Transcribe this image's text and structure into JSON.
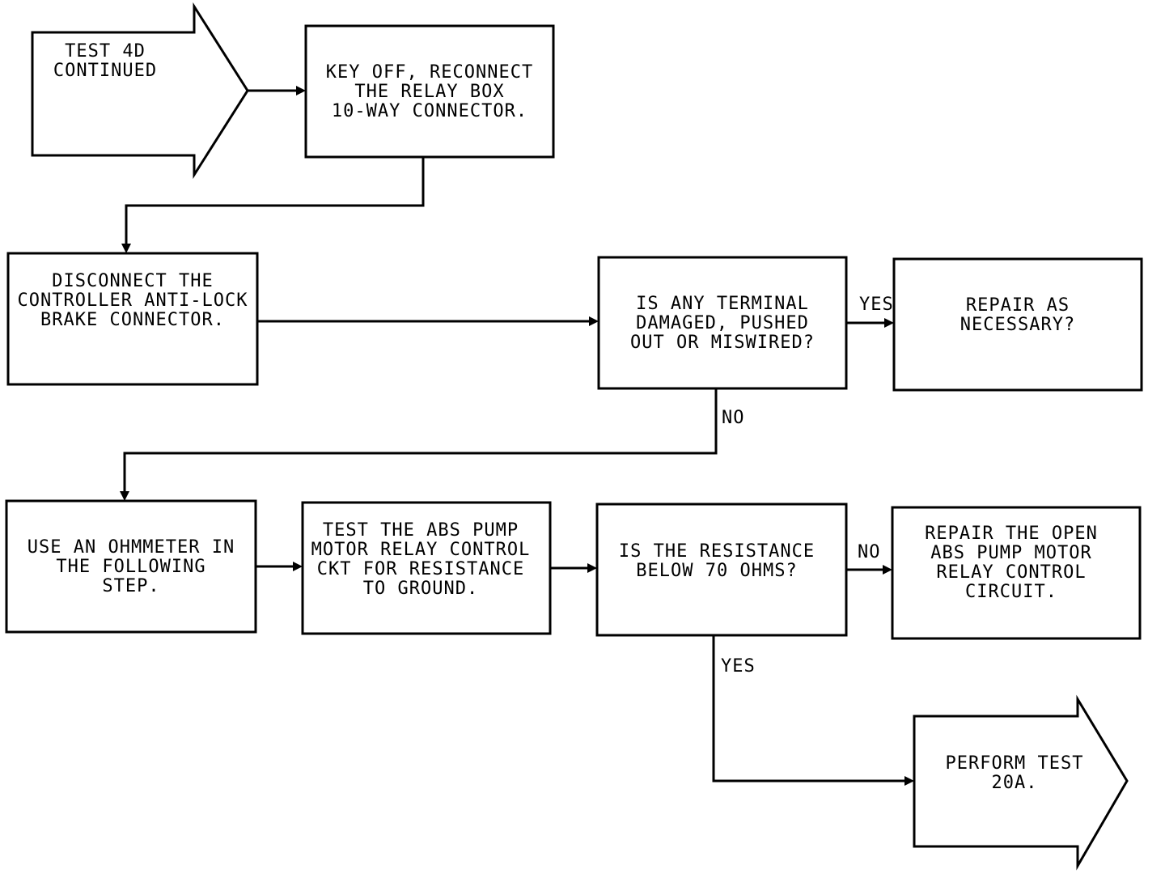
{
  "nodes": {
    "test_4d_continued": [
      "TEST 4D",
      "CONTINUED"
    ],
    "key_off_reconnect": [
      "KEY OFF, RECONNECT",
      "THE RELAY BOX",
      "10-WAY CONNECTOR."
    ],
    "disconnect_controller": [
      "DISCONNECT THE",
      "CONTROLLER ANTI-LOCK",
      "BRAKE CONNECTOR."
    ],
    "terminal_damaged_question": [
      "IS ANY TERMINAL",
      "DAMAGED, PUSHED",
      "OUT OR MISWIRED?"
    ],
    "repair_as_necessary": [
      "REPAIR AS",
      "NECESSARY?"
    ],
    "use_ohmmeter": [
      "USE AN OHMMETER IN",
      "THE FOLLOWING",
      "STEP."
    ],
    "test_abs_pump": [
      "TEST THE ABS PUMP",
      "MOTOR RELAY CONTROL",
      "CKT FOR RESISTANCE",
      "TO GROUND."
    ],
    "resistance_question": [
      "IS THE RESISTANCE",
      "BELOW 70 OHMS?"
    ],
    "repair_open_circuit": [
      "REPAIR THE OPEN",
      "ABS PUMP MOTOR",
      "RELAY CONTROL",
      "CIRCUIT."
    ],
    "perform_test_20a": [
      "PERFORM TEST",
      "20A."
    ]
  },
  "edge_labels": {
    "terminal_yes": "YES",
    "terminal_no": "NO",
    "resistance_no": "NO",
    "resistance_yes": "YES"
  }
}
